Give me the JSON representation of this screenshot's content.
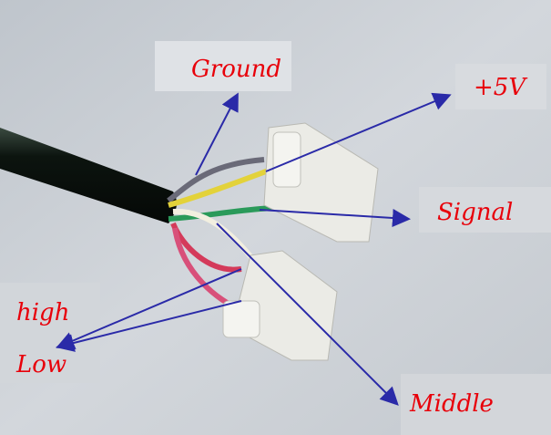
{
  "labels": {
    "ground": "Ground",
    "plus5v": "+5V",
    "signal": "Signal",
    "high": "high",
    "low": "Low",
    "middle": "Middle"
  },
  "colors": {
    "label": "#e8000a",
    "arrow": "#2a2aa8",
    "background": "#c9ced4"
  }
}
